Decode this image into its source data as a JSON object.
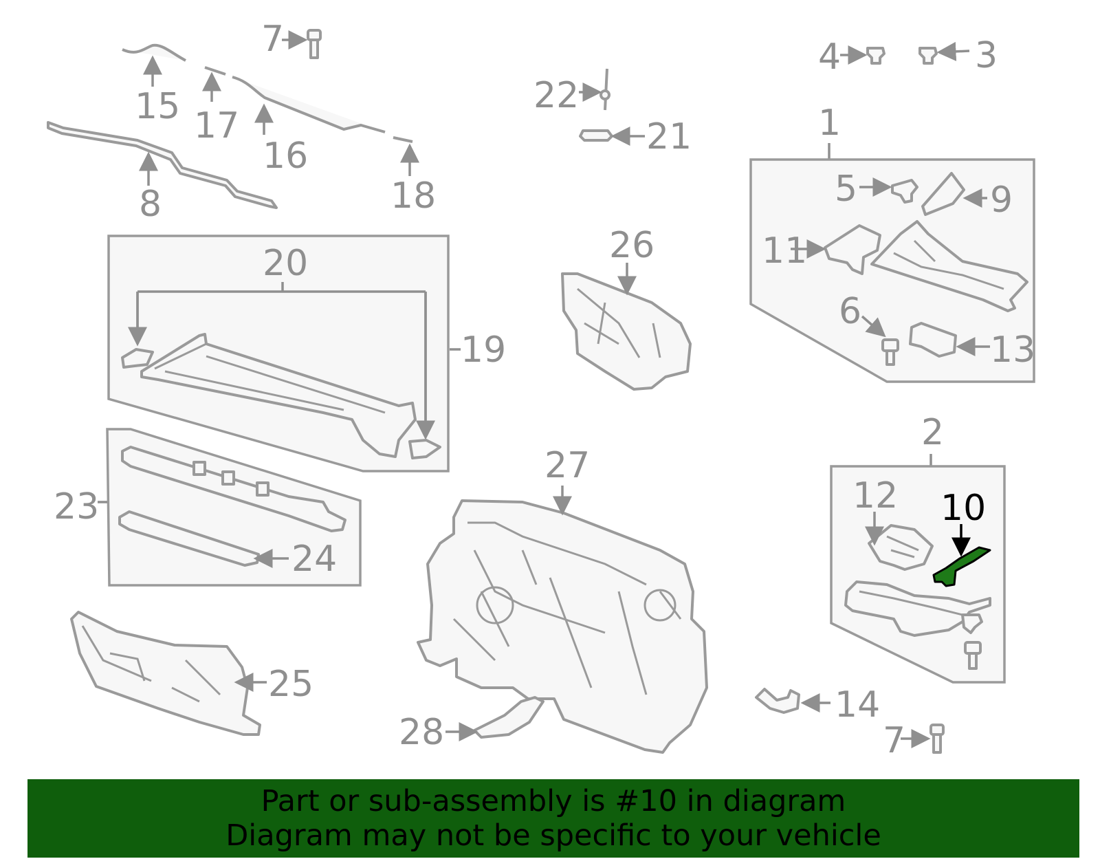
{
  "diagram": {
    "highlight_part": "10",
    "highlight_color": "#1e7a18",
    "labels": {
      "p1": "1",
      "p2": "2",
      "p3": "3",
      "p4": "4",
      "p5": "5",
      "p6": "6",
      "p7a": "7",
      "p7b": "7",
      "p8": "8",
      "p9": "9",
      "p10": "10",
      "p11": "11",
      "p12": "12",
      "p13": "13",
      "p14": "14",
      "p15": "15",
      "p16": "16",
      "p17": "17",
      "p18": "18",
      "p19": "19",
      "p20": "20",
      "p21": "21",
      "p22": "22",
      "p23": "23",
      "p24": "24",
      "p25": "25",
      "p26": "26",
      "p27": "27",
      "p28": "28"
    }
  },
  "banner": {
    "line1": "Part or sub-assembly is #10 in diagram",
    "line2": "Diagram may not be specific to your vehicle",
    "background": "#0f5e0c"
  }
}
